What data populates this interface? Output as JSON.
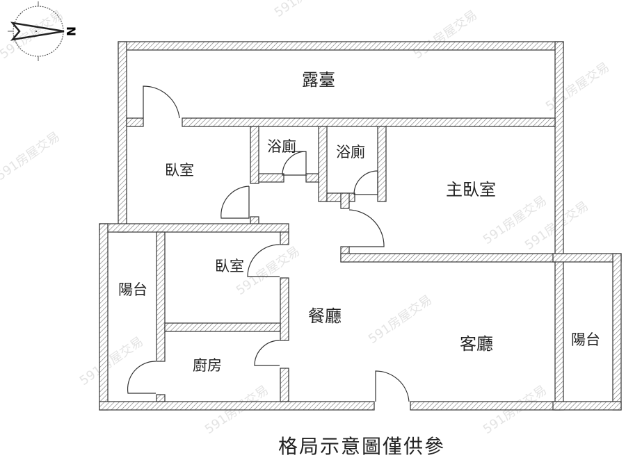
{
  "compass": {
    "north_label": "N"
  },
  "rooms": {
    "terrace": "露臺",
    "bedroom_1": "臥室",
    "bath_1": "浴廁",
    "bath_2": "浴廁",
    "master_bedroom": "主臥室",
    "balcony_left": "陽台",
    "bedroom_2": "臥室",
    "dining": "餐廳",
    "living": "客廳",
    "kitchen": "廚房",
    "balcony_right": "陽台"
  },
  "caption": "格局示意圖僅供參",
  "watermark": "591房屋交易"
}
